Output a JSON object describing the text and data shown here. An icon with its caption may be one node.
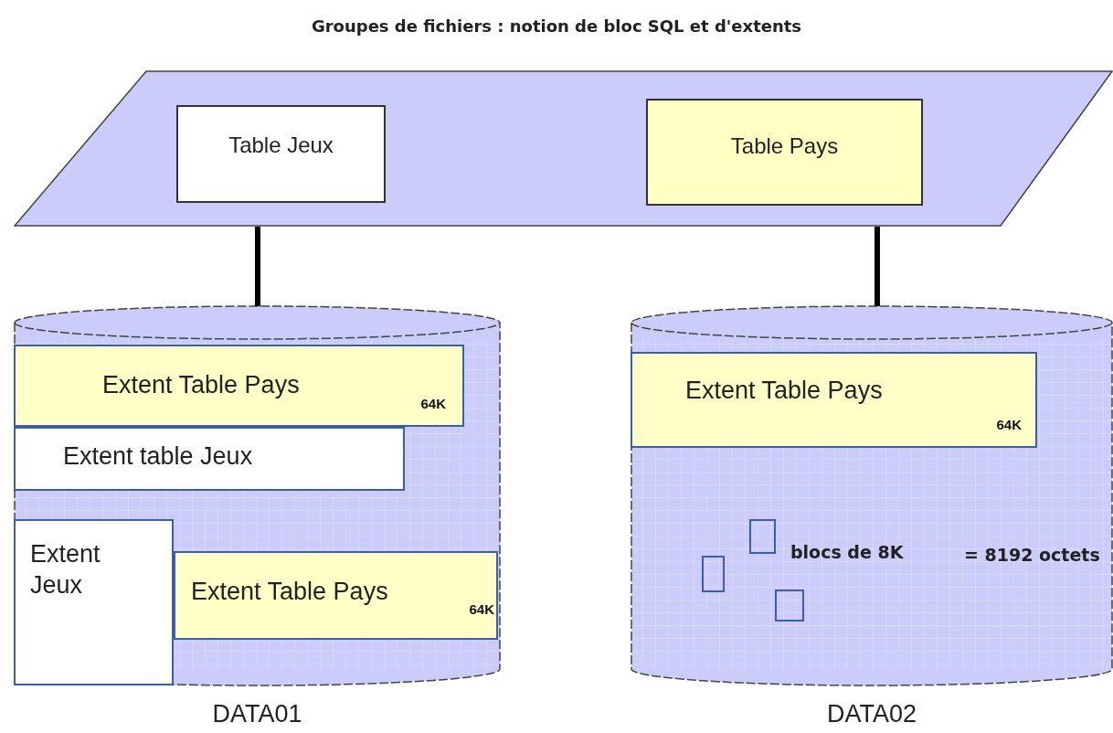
{
  "diagram": {
    "title": "Groupes de fichiers : notion de bloc SQL et d'extents",
    "nodes": [
      {
        "text": [],
        "shape": "parallelogram"
      },
      {
        "text": [
          "Table Jeux"
        ],
        "in": 0
      },
      {
        "text": [
          "Table Pays"
        ],
        "in": 0
      },
      {
        "text": [
          "DATA01"
        ]
      },
      {
        "text": [
          "Extent Table Pays",
          "64K"
        ],
        "in": 3
      },
      {
        "text": [
          "Extent table Jeux"
        ],
        "in": 3
      },
      {
        "text": [
          "Extent Jeux"
        ],
        "in": 3
      },
      {
        "text": [
          "Extent Table Pays",
          "64K"
        ],
        "in": 3
      },
      {
        "text": [
          "DATA02"
        ]
      },
      {
        "text": [
          "Extent Table Pays",
          "64K"
        ],
        "in": 8
      },
      {
        "text": [],
        "shape": "box",
        "in": 8
      },
      {
        "text": [],
        "shape": "box",
        "in": 8
      },
      {
        "text": [],
        "shape": "box",
        "in": 8
      }
    ],
    "edges": [
      {
        "from": 0,
        "to": 3,
        "arrow": "none"
      },
      {
        "from": 0,
        "to": 8,
        "arrow": "none"
      }
    ],
    "labels": [
      "blocs de 8K",
      "= 8192 octets"
    ]
  }
}
